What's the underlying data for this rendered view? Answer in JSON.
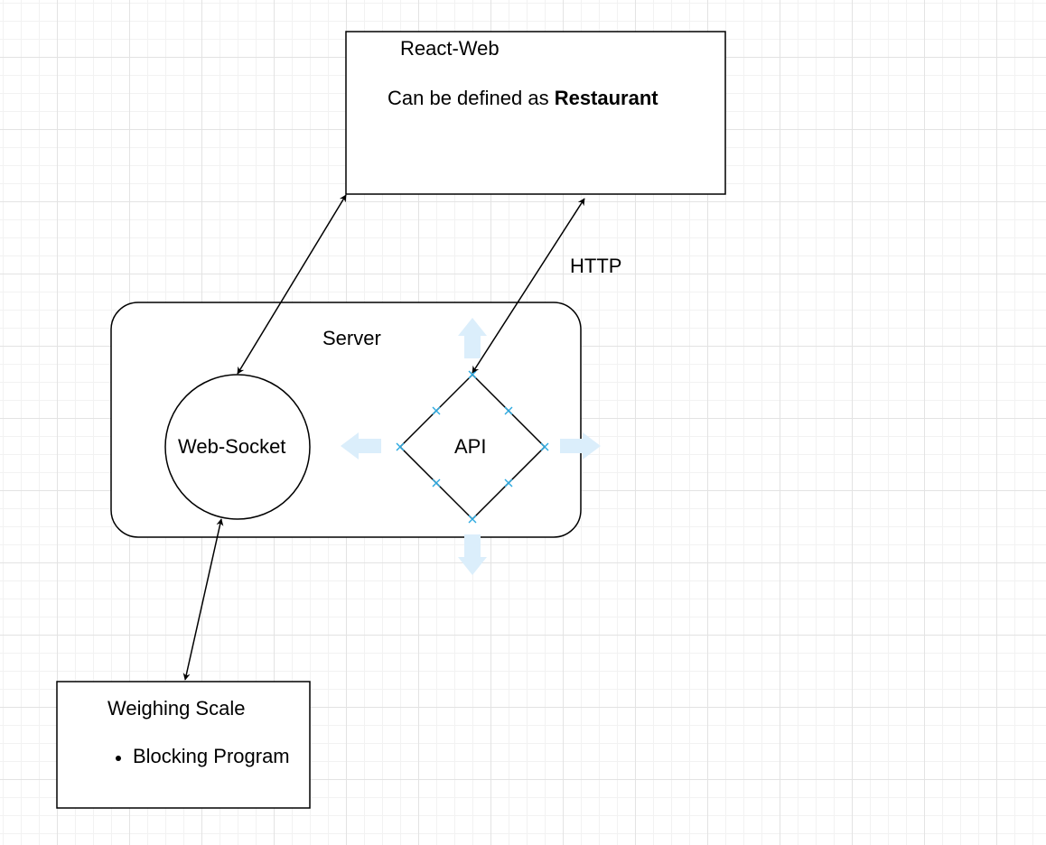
{
  "nodes": {
    "react_web": {
      "title": "React-Web",
      "desc_prefix": "Can be defined as ",
      "desc_bold": "Restaurant"
    },
    "server": {
      "title": "Server"
    },
    "web_socket": {
      "label": "Web-Socket"
    },
    "api": {
      "label": "API"
    },
    "weighing_scale": {
      "title": "Weighing Scale",
      "bullets": [
        "Blocking Program"
      ]
    }
  },
  "edges": {
    "http_label": "HTTP"
  },
  "colors": {
    "stroke": "#000000",
    "selection": "#29a8e0",
    "hover_arrow": "#dbeefb",
    "grid_major": "#e3e3e3",
    "grid_minor": "#f2f2f2"
  }
}
